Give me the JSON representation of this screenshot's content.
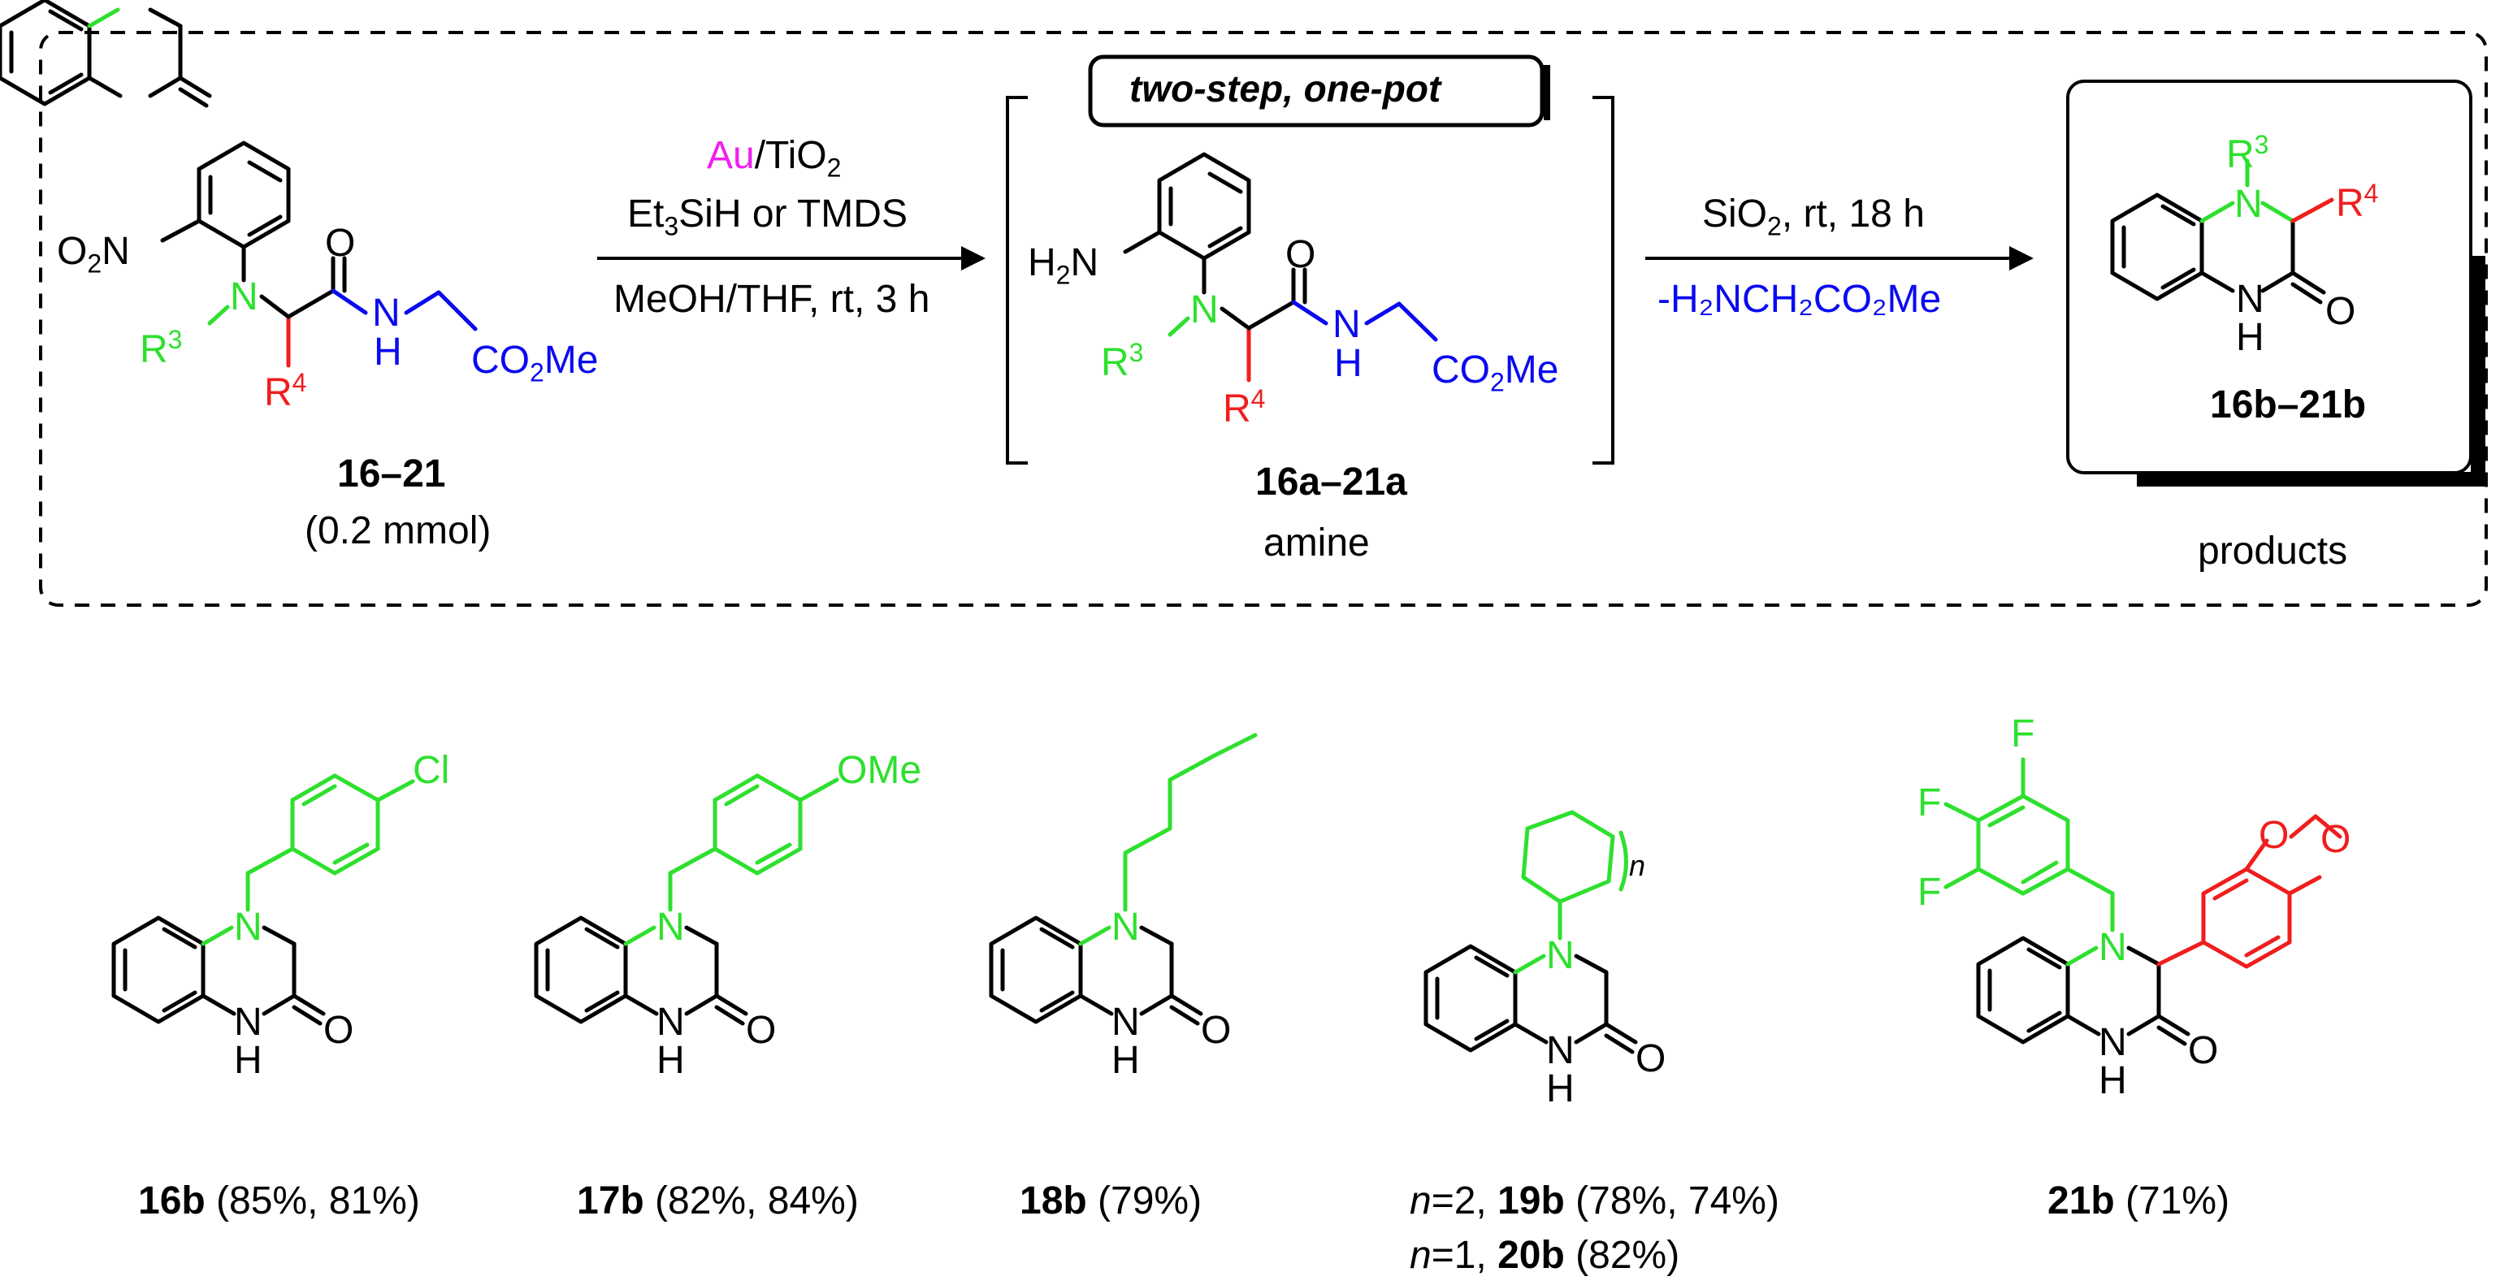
{
  "colors": {
    "green": "#2EE02E",
    "blue": "#0A0AF0",
    "red": "#F01E1E",
    "magenta": "#F020F0",
    "black": "#000000"
  },
  "scheme": {
    "badge": "two-step, one-pot",
    "step1": {
      "catalyst_metal": "Au",
      "catalyst_support": "/TiO",
      "support_sub": "2",
      "reductant_a": "Et",
      "reductant_a_sub": "3",
      "reductant_b": "SiH or TMDS",
      "conditions": "MeOH/THF, rt, 3 h"
    },
    "step2": {
      "reagent": "SiO",
      "reagent_sub": "2",
      "conditions": ", rt, 18 h",
      "byproduct": "-H₂NCH₂CO₂Me"
    },
    "starting_material": {
      "id": "16–21",
      "amount": "(0.2 mmol)",
      "atoms": {
        "nitro_O": "O",
        "nitro_sub": "2",
        "nitro_N": "N",
        "N": "N",
        "R3": "R",
        "R3_sup": "3",
        "R4": "R",
        "R4_sup": "4",
        "O": "O",
        "NH_N": "N",
        "NH_H": "H",
        "ester": "CO",
        "ester_sub": "2",
        "ester_end": "Me"
      }
    },
    "intermediate": {
      "id": "16a–21a",
      "caption": "amine",
      "atoms": {
        "amino_H": "H",
        "amino_sub": "2",
        "amino_N": "N"
      }
    },
    "product": {
      "id": "16b–21b",
      "caption": "products"
    }
  },
  "examples": [
    {
      "id": "16b",
      "yields": " (85%, 81%)",
      "substituent": "Cl"
    },
    {
      "id": "17b",
      "yields": " (82%, 84%)",
      "substituent": "OMe"
    },
    {
      "id": "18b",
      "yields": " (79%)"
    },
    {
      "id": "19b",
      "prefix": "n",
      "prefix_val": "=2, ",
      "yields": " (78%, 74%)",
      "ring_index": "n"
    },
    {
      "id": "20b",
      "prefix": "n",
      "prefix_val": "=1, ",
      "yields": " (82%)"
    },
    {
      "id": "21b",
      "yields": " (71%)",
      "F": "F"
    }
  ]
}
